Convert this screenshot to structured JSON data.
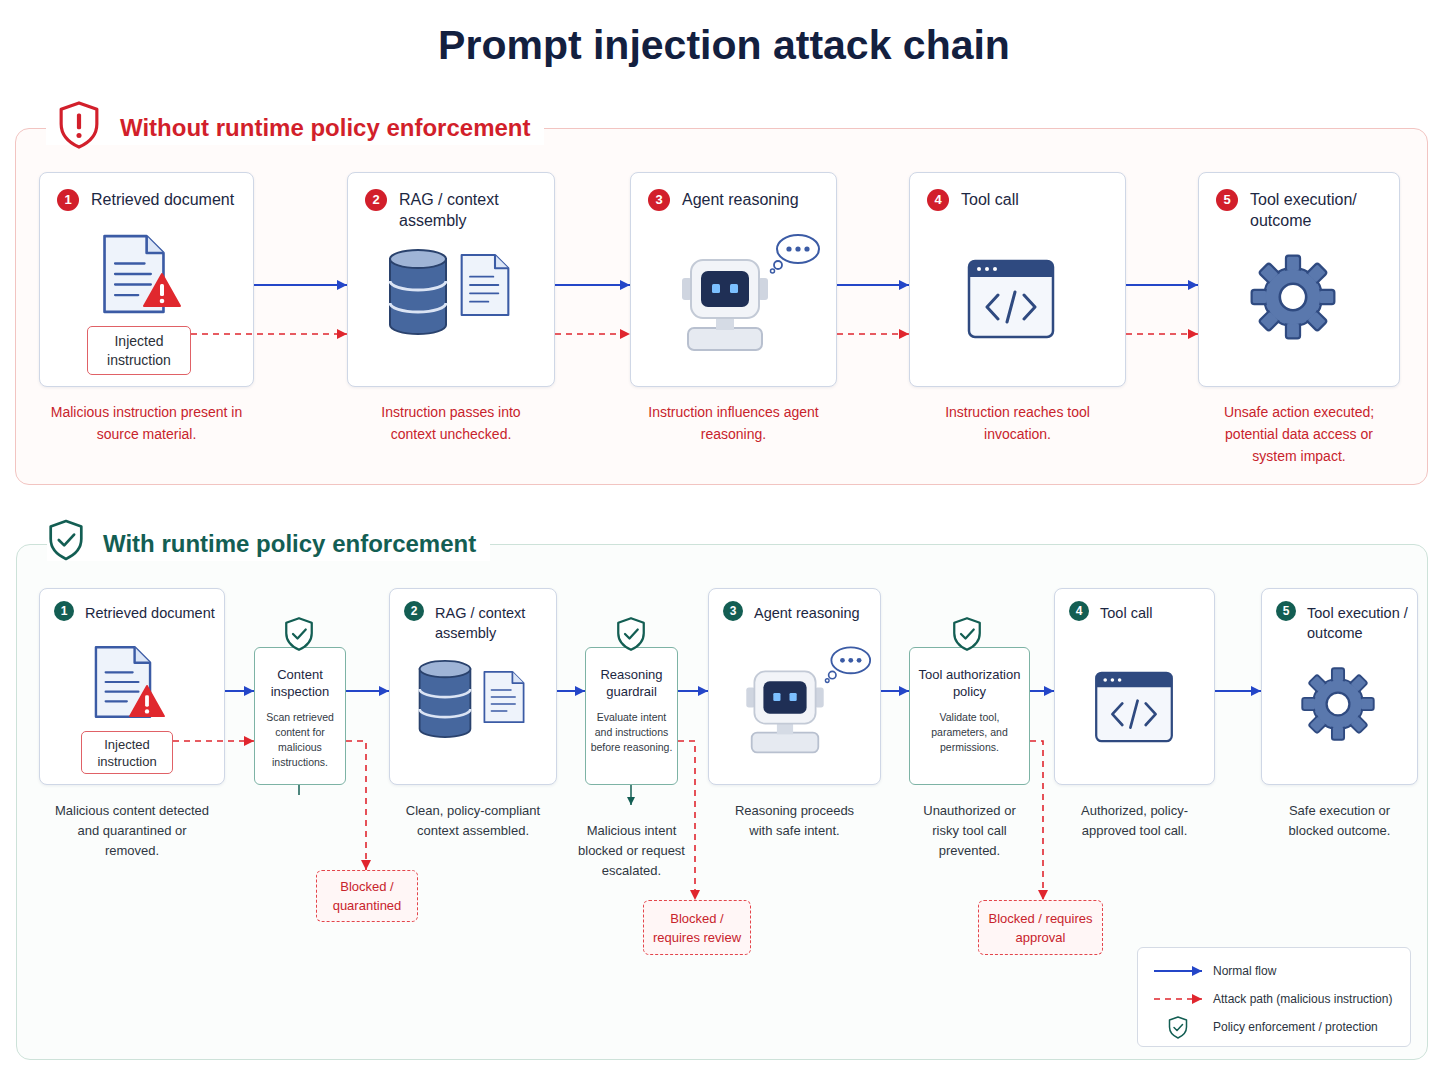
{
  "diagram": {
    "title": "Prompt injection attack chain",
    "nodes": [
      {
        "text": [
          "Without runtime policy enforcement"
        ]
      },
      {
        "text": [
          "1",
          "Retrieved document",
          "Malicious instruction present in source material."
        ],
        "in": 0
      },
      {
        "text": [
          "Injected instruction"
        ],
        "in": 1
      },
      {
        "text": [
          "2",
          "RAG / context assembly",
          "Instruction passes into context unchecked."
        ],
        "in": 0
      },
      {
        "text": [
          "3",
          "Agent reasoning",
          "Instruction influences agent reasoning."
        ],
        "in": 0
      },
      {
        "text": [
          "4",
          "Tool call",
          "Instruction reaches tool invocation."
        ],
        "in": 0
      },
      {
        "text": [
          "5",
          "Tool execution/ outcome",
          "Unsafe action executed; potential data access or system impact."
        ],
        "in": 0
      },
      {
        "text": [
          "With runtime policy enforcement"
        ]
      },
      {
        "text": [
          "1",
          "Retrieved document",
          "Malicious content detected and quarantined or removed."
        ],
        "in": 7
      },
      {
        "text": [
          "Injected instruction"
        ],
        "in": 8
      },
      {
        "text": [
          "Content inspection",
          "Scan retrieved content for malicious instructions."
        ],
        "in": 7
      },
      {
        "text": [
          "Blocked / quarantined"
        ],
        "in": 7
      },
      {
        "text": [
          "2",
          "RAG / context assembly",
          "Clean, policy-compliant context assembled."
        ],
        "in": 7
      },
      {
        "text": [
          "Reasoning guardrail",
          "Evaluate intent and instructions before reasoning.",
          "Malicious intent blocked or request escalated."
        ],
        "in": 7
      },
      {
        "text": [
          "Blocked / requires review"
        ],
        "in": 7
      },
      {
        "text": [
          "3",
          "Agent reasoning",
          "Reasoning proceeds with safe intent."
        ],
        "in": 7
      },
      {
        "text": [
          "Tool authorization policy",
          "Validate tool, parameters, and permissions.",
          "Unauthorized or risky tool call prevented."
        ],
        "in": 7
      },
      {
        "text": [
          "Blocked / requires approval"
        ],
        "in": 7
      },
      {
        "text": [
          "4",
          "Tool call",
          "Authorized, policy-approved tool call."
        ],
        "in": 7
      },
      {
        "text": [
          "5",
          "Tool execution / outcome",
          "Safe execution or blocked outcome."
        ],
        "in": 7
      }
    ],
    "edges": [
      {
        "from": 1,
        "to": 3,
        "arrow": "to"
      },
      {
        "from": 3,
        "to": 4,
        "arrow": "to"
      },
      {
        "from": 4,
        "to": 5,
        "arrow": "to"
      },
      {
        "from": 5,
        "to": 6,
        "arrow": "to"
      },
      {
        "from": 2,
        "to": 3,
        "arrow": "to"
      },
      {
        "from": 3,
        "to": 4,
        "arrow": "to"
      },
      {
        "from": 4,
        "to": 5,
        "arrow": "to"
      },
      {
        "from": 5,
        "to": 6,
        "arrow": "to"
      },
      {
        "from": 8,
        "to": 10,
        "arrow": "to"
      },
      {
        "from": 10,
        "to": 12,
        "arrow": "to"
      },
      {
        "from": 12,
        "to": 13,
        "arrow": "to"
      },
      {
        "from": 13,
        "to": 15,
        "arrow": "to"
      },
      {
        "from": 15,
        "to": 16,
        "arrow": "to"
      },
      {
        "from": 16,
        "to": 18,
        "arrow": "to"
      },
      {
        "from": 18,
        "to": 19,
        "arrow": "to"
      },
      {
        "from": 9,
        "to": 10,
        "arrow": "to"
      },
      {
        "from": 10,
        "to": 11,
        "arrow": "to"
      },
      {
        "from": 13,
        "to": 14,
        "arrow": "to"
      },
      {
        "from": 16,
        "to": 17,
        "arrow": "to"
      }
    ],
    "legend": [
      {
        "text": "Normal flow"
      },
      {
        "text": "Attack path (malicious instruction)"
      },
      {
        "text": "Policy enforcement / protection"
      }
    ]
  }
}
